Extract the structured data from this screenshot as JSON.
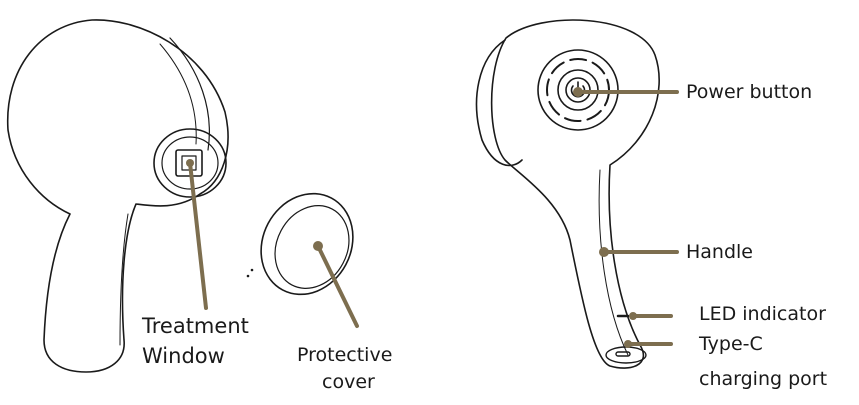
{
  "labels": {
    "treatment_window_line1": "Treatment",
    "treatment_window_line2": "Window",
    "protective_cover_line1": "Protective",
    "protective_cover_line2": "cover",
    "power_button": "Power button",
    "handle": "Handle",
    "led_indicator": "LED indicator",
    "type_c_line1": "Type-C",
    "type_c_line2": "charging port"
  },
  "colors": {
    "callout": "#7d6e4f",
    "outline": "#1a1a1a",
    "background": "#ffffff"
  }
}
